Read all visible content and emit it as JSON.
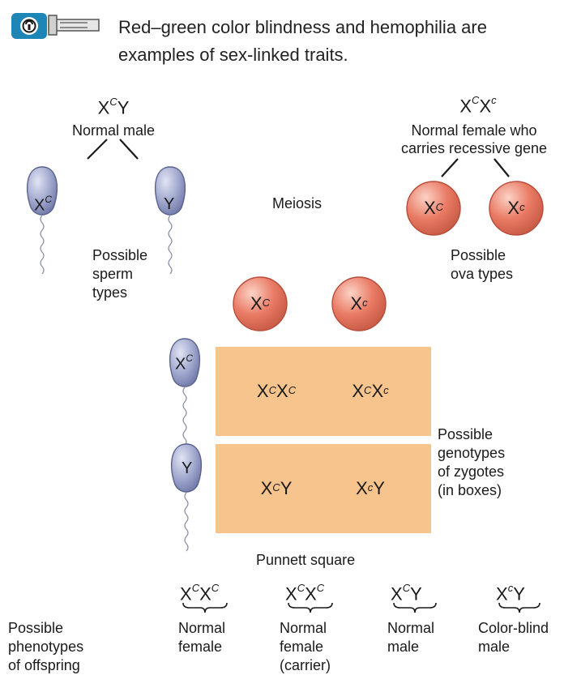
{
  "header": {
    "text_line1": "Red–green color blindness and hemophilia are",
    "text_line2": "examples of sex-linked traits.",
    "badge_icon": "lock-icon",
    "key_icon": "key-icon",
    "badge_color": "#1e86b7"
  },
  "male": {
    "genotype": {
      "base1": "X",
      "sup1": "C",
      "base2": "Y"
    },
    "label": "Normal male",
    "sperm1": {
      "base": "X",
      "sup": "C"
    },
    "sperm2": {
      "base": "Y"
    },
    "types_label": [
      "Possible",
      "sperm",
      "types"
    ]
  },
  "female": {
    "genotype": {
      "base1": "X",
      "sup1": "C",
      "base2": "X",
      "sup2": "c"
    },
    "label_line1": "Normal female who",
    "label_line2": "carries recessive gene",
    "ovum1": {
      "base": "X",
      "sup": "C"
    },
    "ovum2": {
      "base": "X",
      "sup": "c"
    },
    "types_label": [
      "Possible",
      "ova types"
    ]
  },
  "meiosis_label": "Meiosis",
  "punnett": {
    "col_ova": [
      {
        "base": "X",
        "sup": "C"
      },
      {
        "base": "X",
        "sup": "c"
      }
    ],
    "row_sperm": [
      {
        "base": "X",
        "sup": "C"
      },
      {
        "base": "Y"
      }
    ],
    "cells": [
      [
        {
          "b1": "X",
          "s1": "C",
          "b2": "X",
          "s2": "C"
        },
        {
          "b1": "X",
          "s1": "C",
          "b2": "X",
          "s2": "c"
        }
      ],
      [
        {
          "b1": "X",
          "s1": "C",
          "b2": "Y",
          "s2": ""
        },
        {
          "b1": "X",
          "s1": "c",
          "b2": "Y",
          "s2": ""
        }
      ]
    ],
    "label": "Punnett square",
    "cell_color": "#f8c48e"
  },
  "zygote_label": [
    "Possible",
    "genotypes",
    "of zygotes",
    "(in boxes)"
  ],
  "offspring": {
    "label": [
      "Possible",
      "phenotypes",
      "of offspring"
    ],
    "items": [
      {
        "b1": "X",
        "s1": "C",
        "b2": "X",
        "s2": "C",
        "pheno": [
          "Normal",
          "female"
        ]
      },
      {
        "b1": "X",
        "s1": "C",
        "b2": "X",
        "s2": "C",
        "pheno": [
          "Normal",
          "female",
          "(carrier)"
        ]
      },
      {
        "b1": "X",
        "s1": "C",
        "b2": "Y",
        "s2": "",
        "pheno": [
          "Normal",
          "male"
        ]
      },
      {
        "b1": "X",
        "s1": "c",
        "b2": "Y",
        "s2": "",
        "pheno": [
          "Color-blind",
          "male"
        ]
      }
    ]
  },
  "colors": {
    "sperm_fill": "#9aa2c9",
    "sperm_edge": "#5a6290",
    "ovum_fill": "#e97a64",
    "ovum_edge": "#b94c3a"
  }
}
